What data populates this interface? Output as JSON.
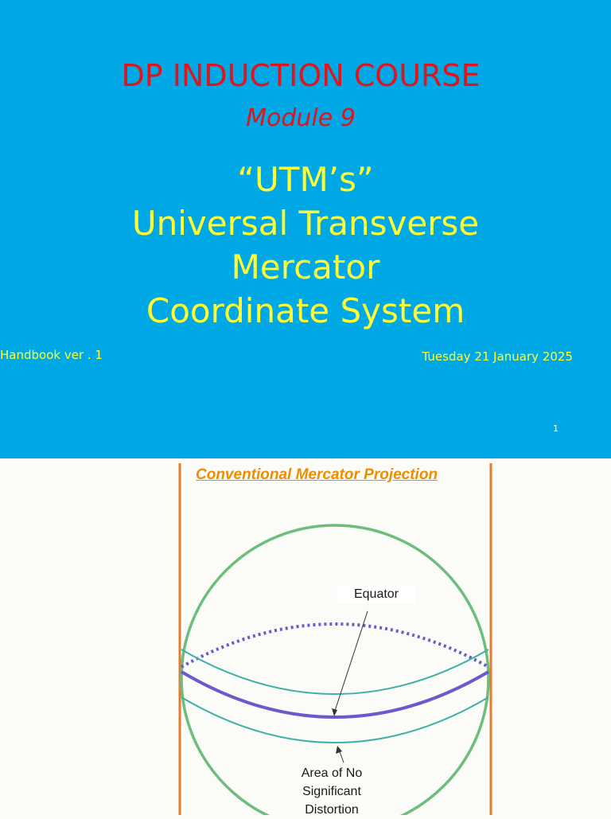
{
  "slide1": {
    "title": "DP INDUCTION COURSE",
    "module": "Module 9",
    "subtitle_lines": [
      "“UTM’s”",
      "Universal Transverse",
      "Mercator",
      "Coordinate System"
    ],
    "handbook": "Handbook ver . 1",
    "date": "Tuesday 21 January 2025",
    "page_number": "1",
    "colors": {
      "background": "#01a8e6",
      "title": "#e0141c",
      "text": "#ffff33"
    }
  },
  "slide2": {
    "heading": "Conventional Mercator Projection",
    "labels": {
      "equator": "Equator",
      "area_lines": [
        "Area of No",
        "Significant",
        "Distortion"
      ]
    },
    "colors": {
      "cylinder": "#e87a2e",
      "globe": "#6dbd7e",
      "equator": "#6a5acd",
      "band": "#3fb0a8",
      "heading": "#f08c00"
    }
  }
}
